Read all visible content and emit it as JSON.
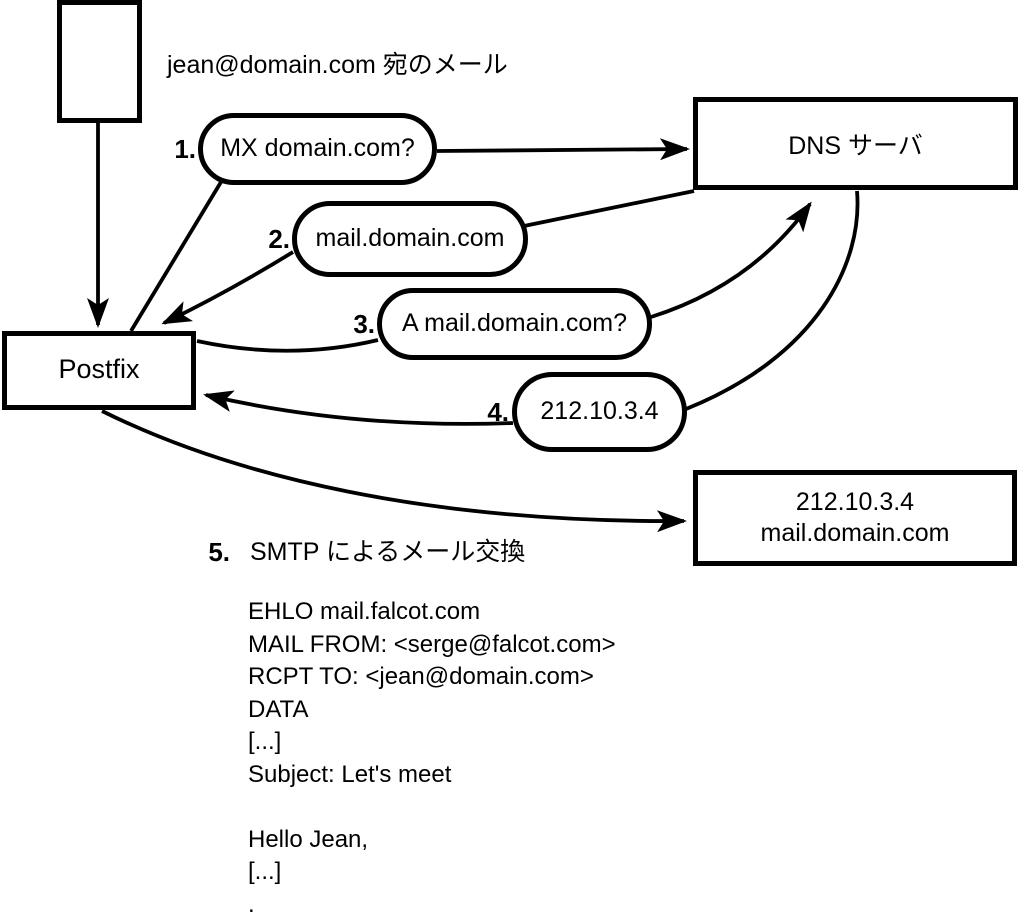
{
  "page": {
    "background": "#ffffff",
    "stroke_color": "#000000"
  },
  "header": {
    "title": "jean@domain.com 宛のメール"
  },
  "nodes": {
    "postfix": {
      "label": "Postfix"
    },
    "dns_server": {
      "label": "DNS サーバ"
    },
    "mail_server": {
      "line1": "212.10.3.4",
      "line2": "mail.domain.com"
    }
  },
  "steps": [
    {
      "num": "1.",
      "label": "MX domain.com?"
    },
    {
      "num": "2.",
      "label": "mail.domain.com"
    },
    {
      "num": "3.",
      "label": "A mail.domain.com?"
    },
    {
      "num": "4.",
      "label": "212.10.3.4"
    },
    {
      "num": "5.",
      "label": "SMTP によるメール交換"
    }
  ],
  "smtp_session": {
    "lines": [
      "EHLO mail.falcot.com",
      "MAIL FROM: <serge@falcot.com>",
      "RCPT TO: <jean@domain.com>",
      "DATA",
      "[...]",
      "Subject: Let's meet",
      "",
      "Hello Jean,",
      "[...]",
      "."
    ]
  }
}
